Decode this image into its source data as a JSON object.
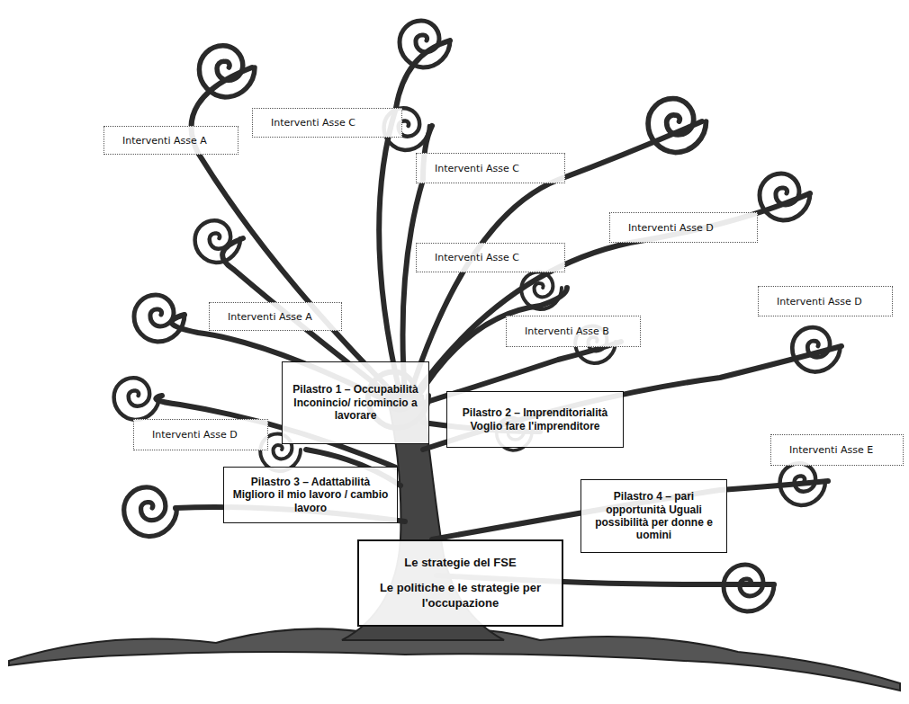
{
  "diagram": {
    "nodes": [
      {
        "text": [
          "Interventi Asse A"
        ]
      },
      {
        "text": [
          "Interventi Asse C"
        ]
      },
      {
        "text": [
          "Interventi Asse C"
        ]
      },
      {
        "text": [
          "Interventi Asse D"
        ]
      },
      {
        "text": [
          "Interventi Asse C"
        ]
      },
      {
        "text": [
          "Interventi Asse D"
        ]
      },
      {
        "text": [
          "Interventi Asse A"
        ]
      },
      {
        "text": [
          "Interventi Asse B"
        ]
      },
      {
        "text": [
          "Pilastro 1 – Occupabilità Inconincio/ ricomincio a lavorare"
        ]
      },
      {
        "text": [
          "Pilastro 2 – Imprenditorialità Voglio fare l'imprenditore"
        ]
      },
      {
        "text": [
          "Interventi Asse D"
        ]
      },
      {
        "text": [
          "Interventi Asse E"
        ]
      },
      {
        "text": [
          "Pilastro 3 – Adattabilità Miglioro il mio lavoro / cambio lavoro"
        ]
      },
      {
        "text": [
          "Pilastro 4 – pari opportunità Uguali possibilità per donne e uomini"
        ]
      },
      {
        "text": [
          "Le strategie del FSE",
          "Le politiche e le strategie per l'occupazione"
        ]
      }
    ]
  }
}
